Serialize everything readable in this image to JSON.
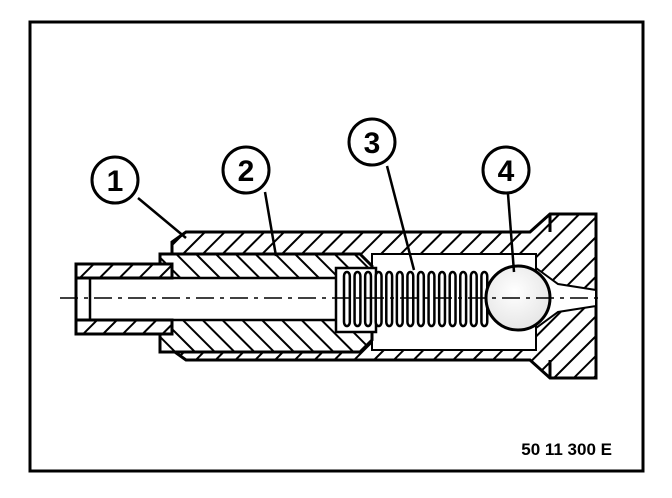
{
  "callouts": [
    {
      "id": "1",
      "text": "1"
    },
    {
      "id": "2",
      "text": "2"
    },
    {
      "id": "3",
      "text": "3"
    },
    {
      "id": "4",
      "text": "4"
    }
  ],
  "figure_code": "50 11 300 E",
  "colors": {
    "ink": "#000000",
    "paper": "#ffffff",
    "shade": "#bdbdbd"
  }
}
